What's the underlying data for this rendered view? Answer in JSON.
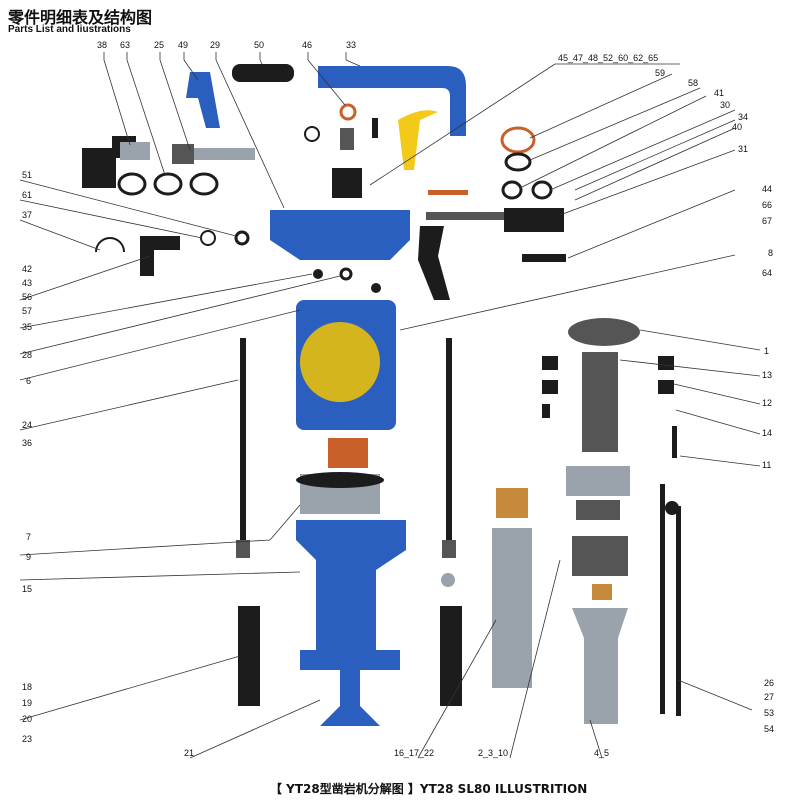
{
  "header": {
    "title_cn": "零件明细表及结构图",
    "title_en": "Parts List and Iiustrations"
  },
  "caption": "【 YT28型凿岩机分解图 】YT28 SL80 ILLUSTRITION",
  "colors": {
    "housing_blue": "#2a5fc0",
    "handle_yellow": "#f2c400",
    "brass": "#c78a3a",
    "copper": "#c9602a",
    "steel": "#9aa3ab",
    "dark": "#1c1c1c",
    "leader": "#333333"
  },
  "callouts": {
    "top": [
      "38",
      "63",
      "25",
      "49",
      "29",
      "50",
      "46",
      "33"
    ],
    "top_right_group": "45_47_48_52_60_62_65",
    "right": [
      "59",
      "58",
      "41",
      "30",
      "34",
      "40",
      "31",
      "44",
      "66",
      "67",
      "8",
      "64",
      "1",
      "13",
      "12",
      "14",
      "11"
    ],
    "left": [
      "51",
      "61",
      "37",
      "42",
      "43",
      "56",
      "57",
      "35",
      "28",
      "6",
      "24",
      "36",
      "7",
      "9",
      "15",
      "18",
      "19",
      "20",
      "23"
    ],
    "bottom": [
      "21",
      "16_17_22",
      "2_3_10",
      "4_5"
    ],
    "bottom_right": [
      "26",
      "27",
      "53",
      "54"
    ]
  }
}
